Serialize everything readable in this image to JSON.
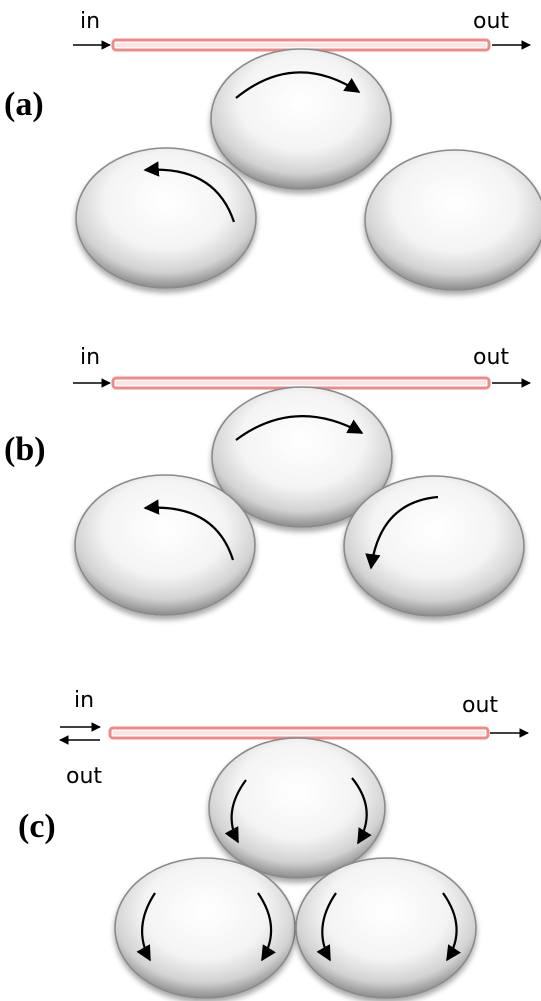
{
  "panels": [
    {
      "label": "(a)",
      "input_label": "in",
      "output_label": "out",
      "rings": [
        {
          "role": "coupled",
          "circulation": "clockwise"
        },
        {
          "role": "left",
          "circulation": "counter-clockwise"
        },
        {
          "role": "right",
          "circulation": "none"
        }
      ]
    },
    {
      "label": "(b)",
      "input_label": "in",
      "output_label": "out",
      "rings": [
        {
          "role": "coupled",
          "circulation": "clockwise"
        },
        {
          "role": "left",
          "circulation": "counter-clockwise"
        },
        {
          "role": "right",
          "circulation": "counter-clockwise"
        }
      ]
    },
    {
      "label": "(c)",
      "input_label": "in",
      "output_label": "out",
      "reflected_label": "out",
      "rings": [
        {
          "role": "coupled",
          "circulation": "standing-wave"
        },
        {
          "role": "left",
          "circulation": "standing-wave"
        },
        {
          "role": "right",
          "circulation": "standing-wave"
        }
      ]
    }
  ],
  "colors": {
    "waveguide": "#ef8a8a",
    "ring": "#d9d9d9",
    "arrows": "#000000"
  }
}
